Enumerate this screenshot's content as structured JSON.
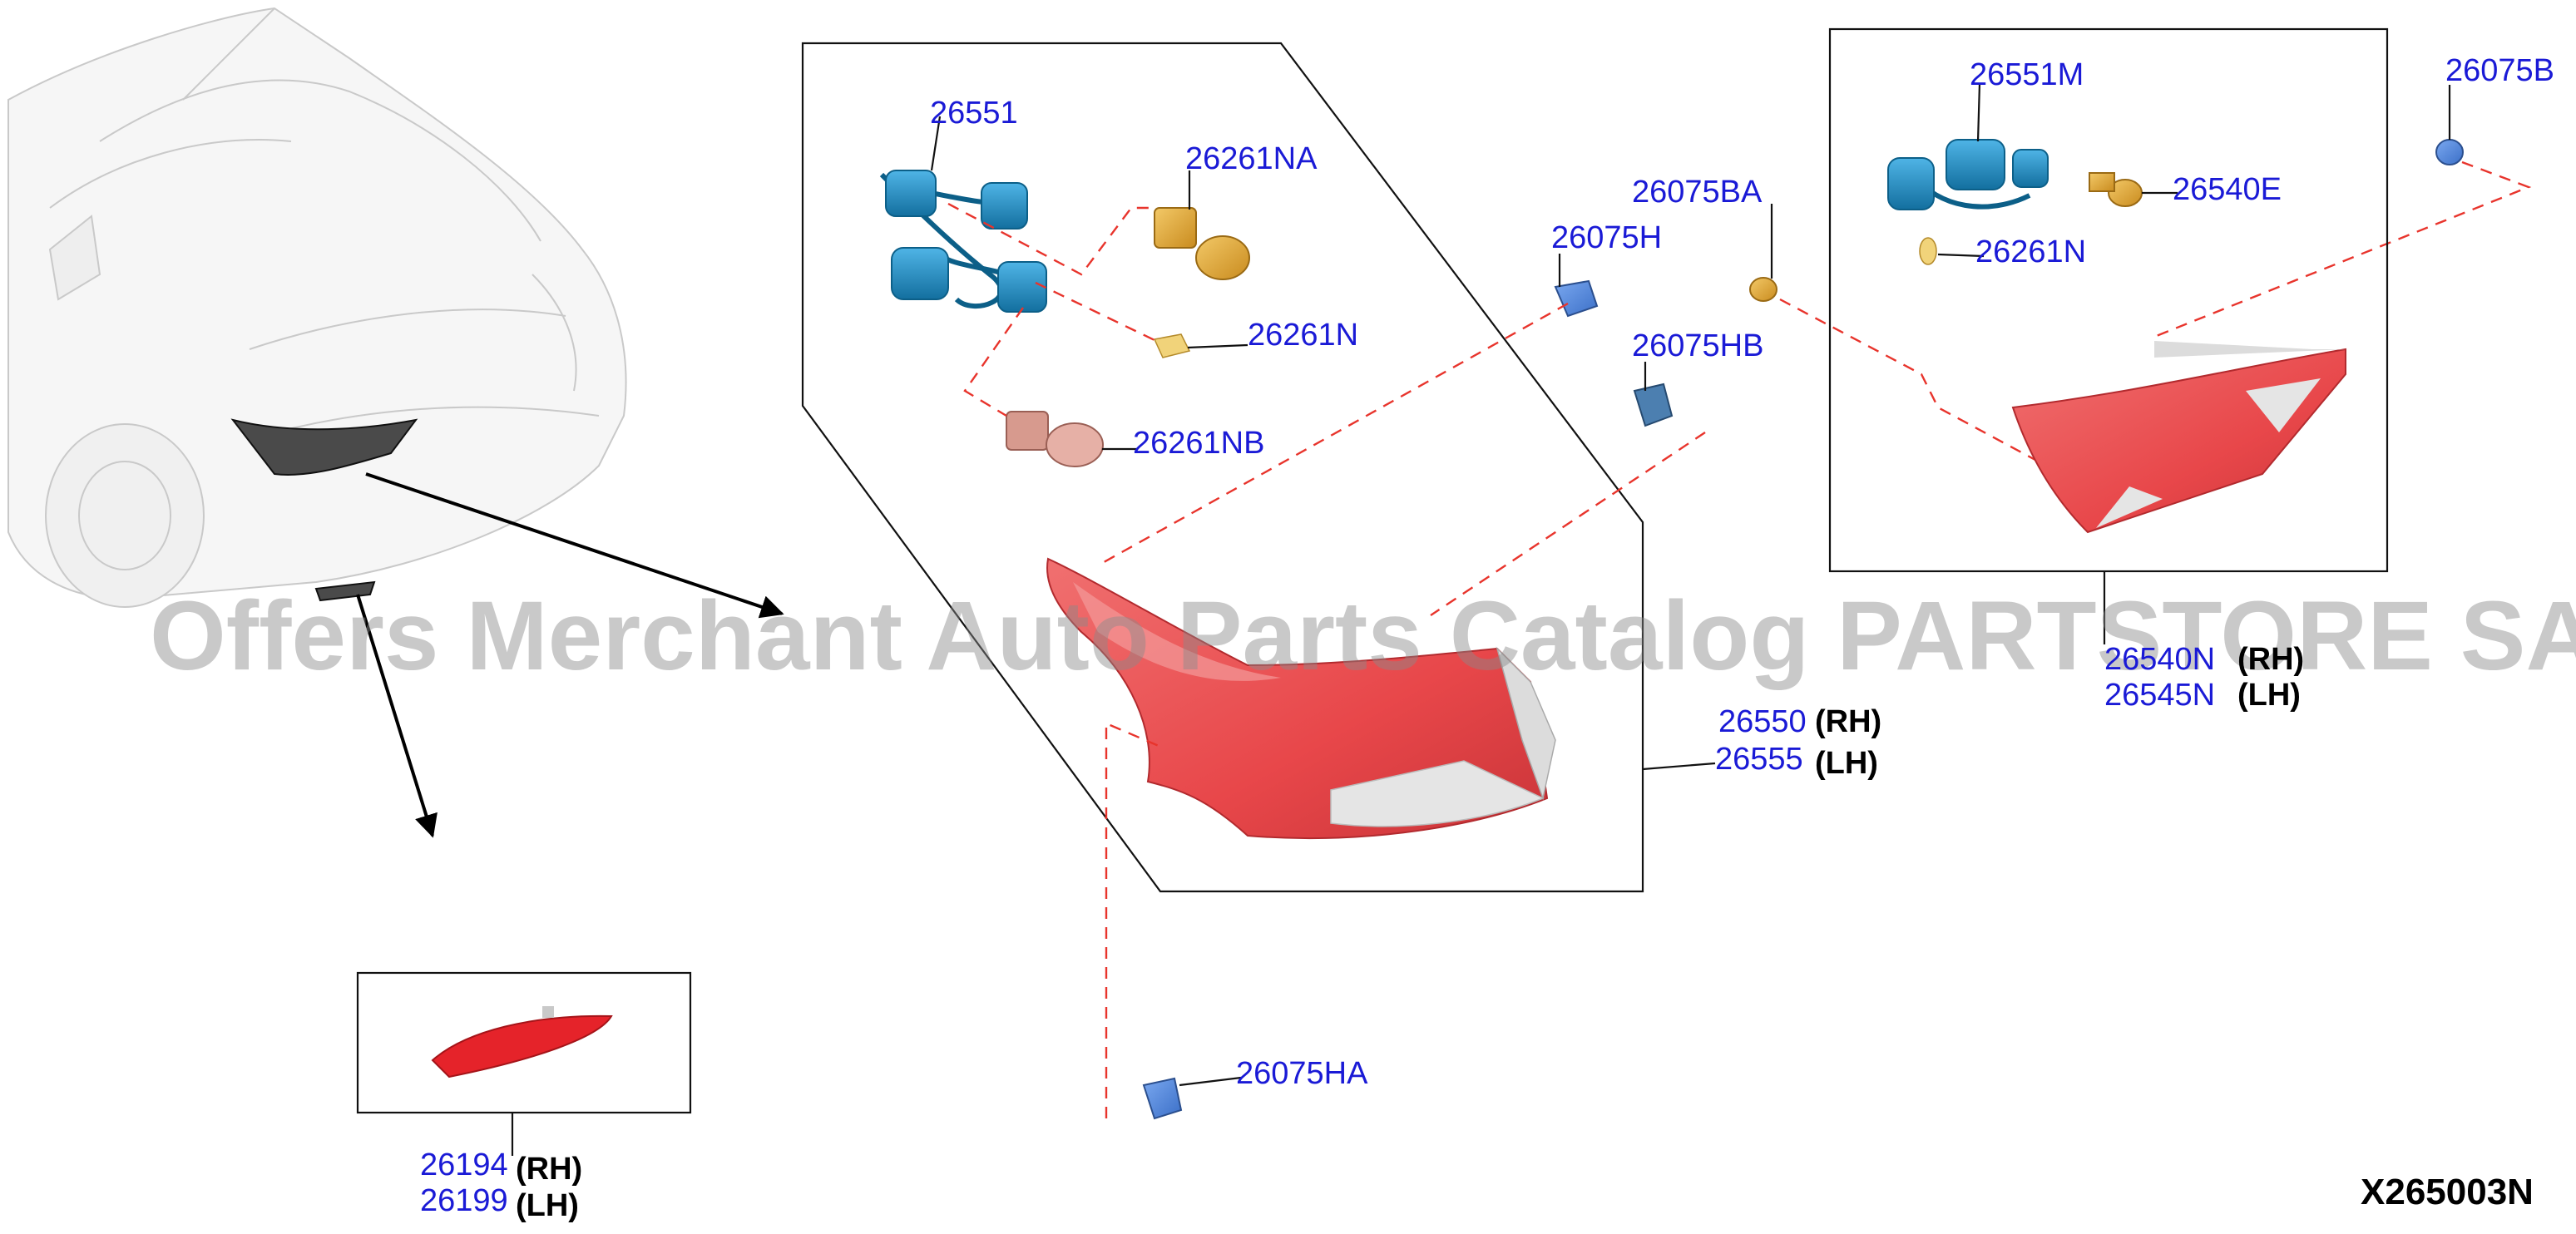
{
  "diagram_code": "X265003N",
  "watermark": "Offers Merchant Auto Parts Catalog PARTSTORE SA",
  "labels": {
    "p26551": "26551",
    "p26261NA": "26261NA",
    "p26261N_left": "26261N",
    "p26261NB": "26261NB",
    "p26075H": "26075H",
    "p26075BA": "26075BA",
    "p26075HB": "26075HB",
    "p26551M": "26551M",
    "p26540E": "26540E",
    "p26261N_right": "26261N",
    "p26075B": "26075B",
    "p26540N": "26540N",
    "p26545N": "26545N",
    "p26550": "26550",
    "p26555": "26555",
    "p26075HA": "26075HA",
    "p26194": "26194",
    "p26199": "26199"
  },
  "sides": {
    "rh": "(RH)",
    "lh": "(LH)"
  },
  "colors": {
    "part_number": "#1a1ad6",
    "leader_dash": "#e8342c",
    "lamp_red": "#e8474a",
    "socket_blue": "#1f8fc8",
    "bulb_amber": "#e0a432"
  },
  "icons": {
    "vehicle": "car-rear-outline-icon",
    "lamp": "tail-lamp-icon",
    "socket": "socket-harness-icon",
    "bulb": "bulb-icon",
    "clip": "clip-icon"
  }
}
